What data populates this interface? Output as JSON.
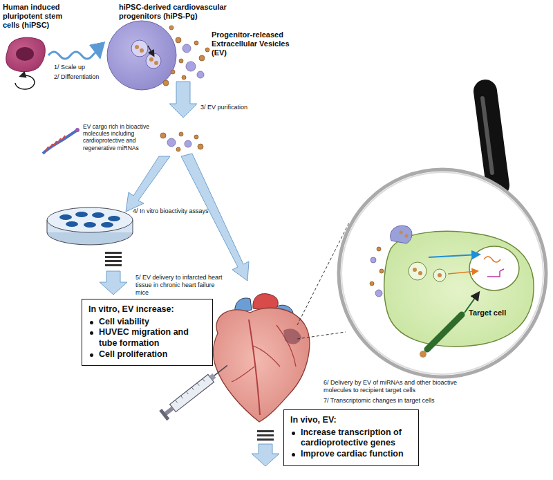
{
  "diagram": {
    "nodes": [
      {
        "text": [
          "In vitro, EV increase:",
          "Cell viability",
          "HUVEC migration and tube formation",
          "Cell proliferation"
        ]
      },
      {
        "text": [
          "In vivo, EV:",
          "Increase transcription of cardioprotective genes",
          "Improve cardiac function"
        ]
      }
    ],
    "labels": [
      "Human induced pluripotent stem cells (hiPSC)",
      "hiPSC-derived cardiovascular progenitors (hiPS-Pg)",
      "Progenitor-released Extracellular Vesicles (EV)",
      "1/ Scale up",
      "2/ Differentiation",
      "3/ EV purification",
      "EV cargo rich in bioactive molecules including cardioprotective and regenerative miRNAs",
      "4/ In vitro bioactivity assays",
      "5/ EV delivery to infarcted heart tissue in chronic heart failure mice",
      "Target cell",
      "6/ Delivery by EV of miRNAs and other bioactive molecules to recipient target cells",
      "7/ Transcriptomic changes in target cells"
    ]
  }
}
